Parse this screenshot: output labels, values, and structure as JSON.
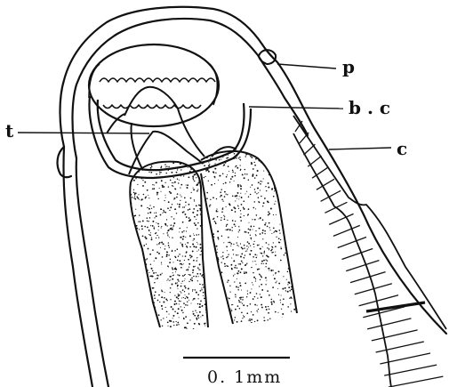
{
  "labels": {
    "p": "p",
    "bc": "b . c",
    "t": "t",
    "c": "c"
  },
  "scale_bar": {
    "text": "0. 1mm"
  },
  "colors": {
    "ink": "#111111",
    "background": "#ffffff"
  }
}
